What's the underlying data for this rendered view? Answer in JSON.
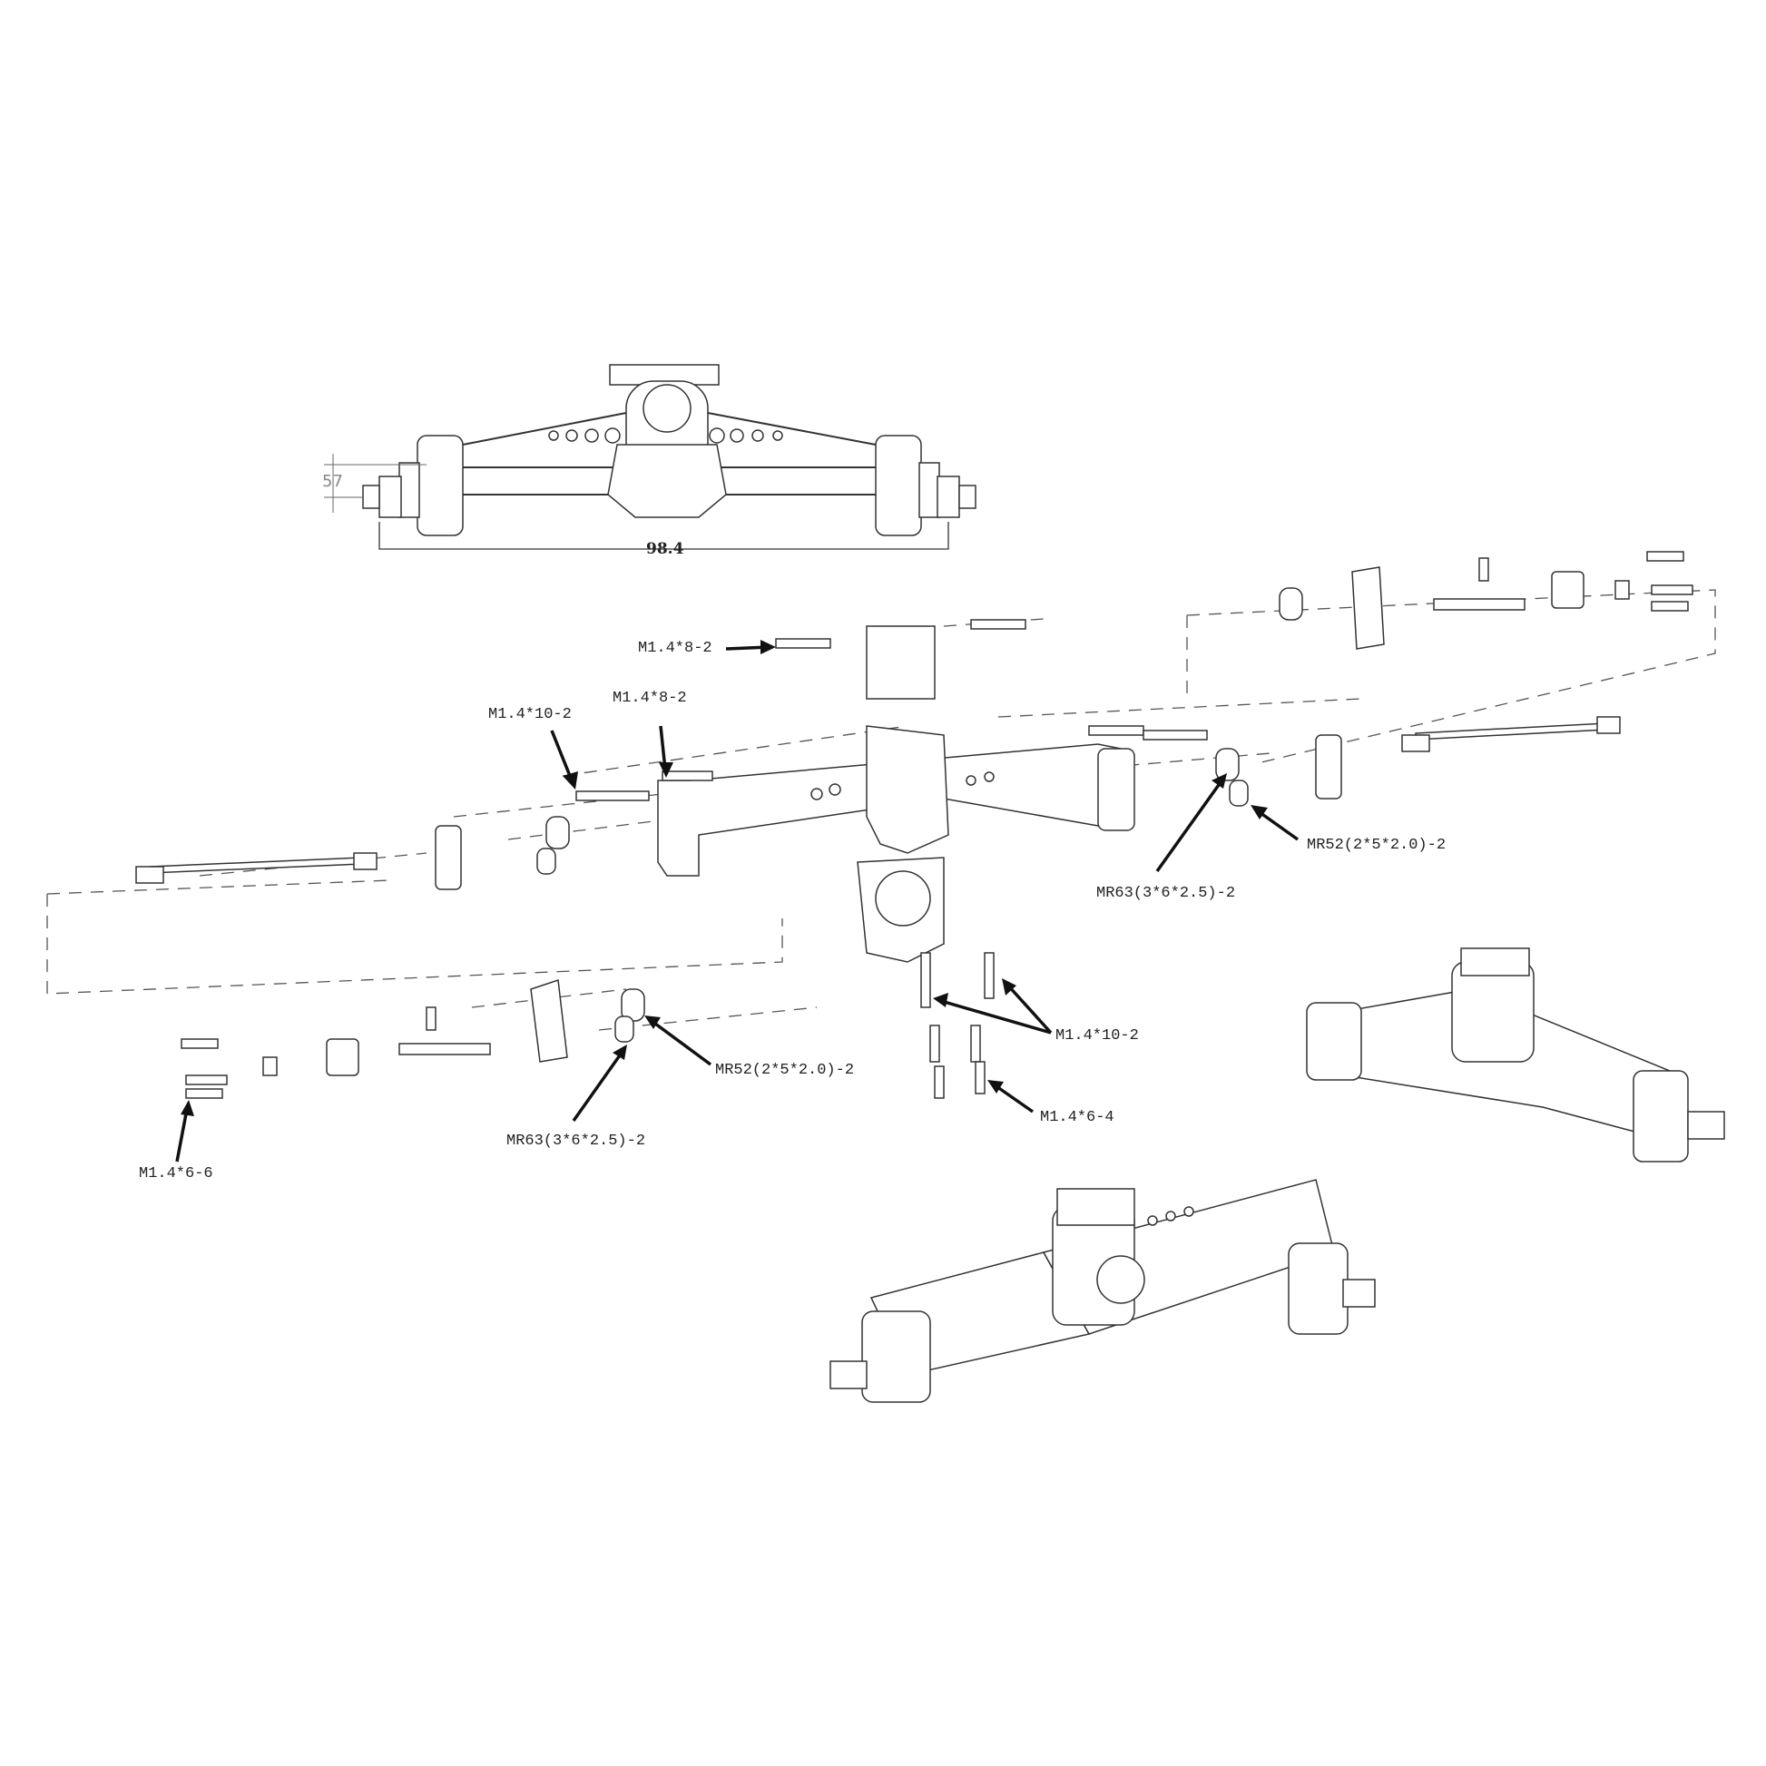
{
  "dimensions": {
    "width_label": "98.4",
    "height_label": "57"
  },
  "callouts": [
    {
      "id": "screw-top-cap",
      "text": "M1.4*8-2"
    },
    {
      "id": "screw-housing-upper",
      "text": "M1.4*8-2"
    },
    {
      "id": "screw-housing-left",
      "text": "M1.4*10-2"
    },
    {
      "id": "bearing-right-mr52",
      "text": "MR52(2*5*2.0)-2"
    },
    {
      "id": "bearing-right-mr63",
      "text": "MR63(3*6*2.5)-2"
    },
    {
      "id": "screws-diff-cover",
      "text": "M1.4*10-2"
    },
    {
      "id": "screws-diff-small",
      "text": "M1.4*6-4"
    },
    {
      "id": "bearing-left-mr52",
      "text": "MR52(2*5*2.0)-2"
    },
    {
      "id": "bearing-left-mr63",
      "text": "MR63(3*6*2.5)-2"
    },
    {
      "id": "screws-hub-left",
      "text": "M1.4*6-6"
    }
  ],
  "colors": {
    "line": "#333333",
    "arrow": "#111111",
    "background": "#ffffff"
  }
}
